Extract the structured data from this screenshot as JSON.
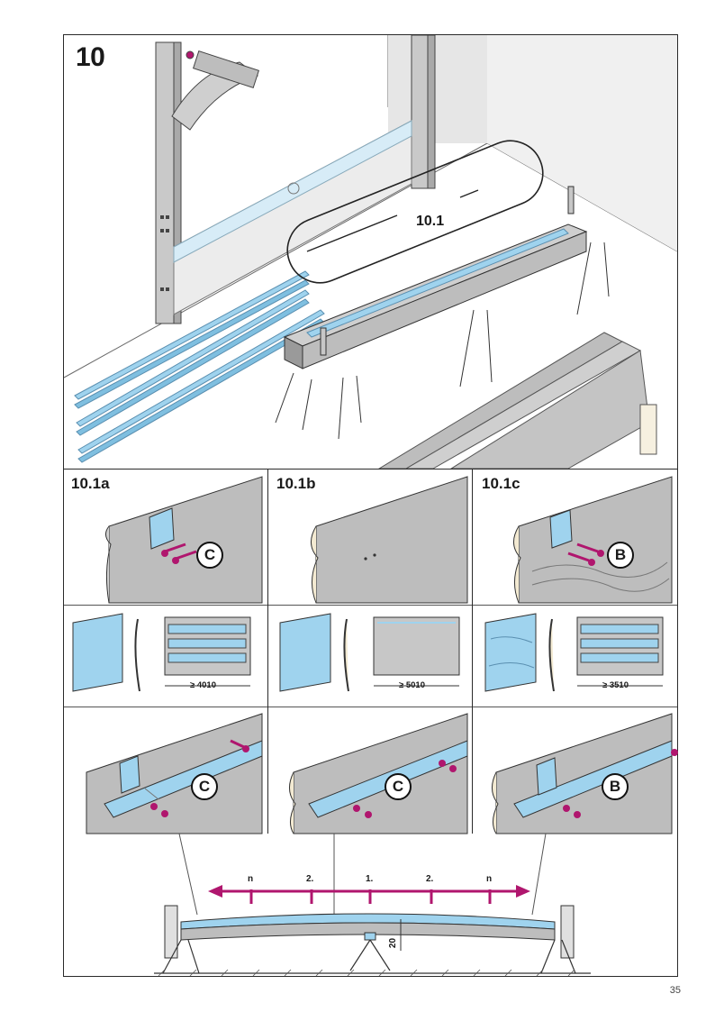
{
  "page": {
    "number": "35"
  },
  "step": {
    "number": "10",
    "callout": "10.1"
  },
  "panels": [
    {
      "id": "10.1a",
      "fastener_letter": "C",
      "min_width": "≥ 4010"
    },
    {
      "id": "10.1b",
      "fastener_letter": "C",
      "min_width": "≥ 5010"
    },
    {
      "id": "10.1c",
      "fastener_letter": "B",
      "min_width": "≥ 3510"
    }
  ],
  "sequence": {
    "labels": [
      "n",
      "2.",
      "1.",
      "2.",
      "n"
    ],
    "dimension": "20"
  },
  "colors": {
    "accent_blue": "#9fd3ee",
    "screw_magenta": "#b0166e",
    "panel_grey": "#bdbdbd",
    "line": "#2a2a2a"
  }
}
